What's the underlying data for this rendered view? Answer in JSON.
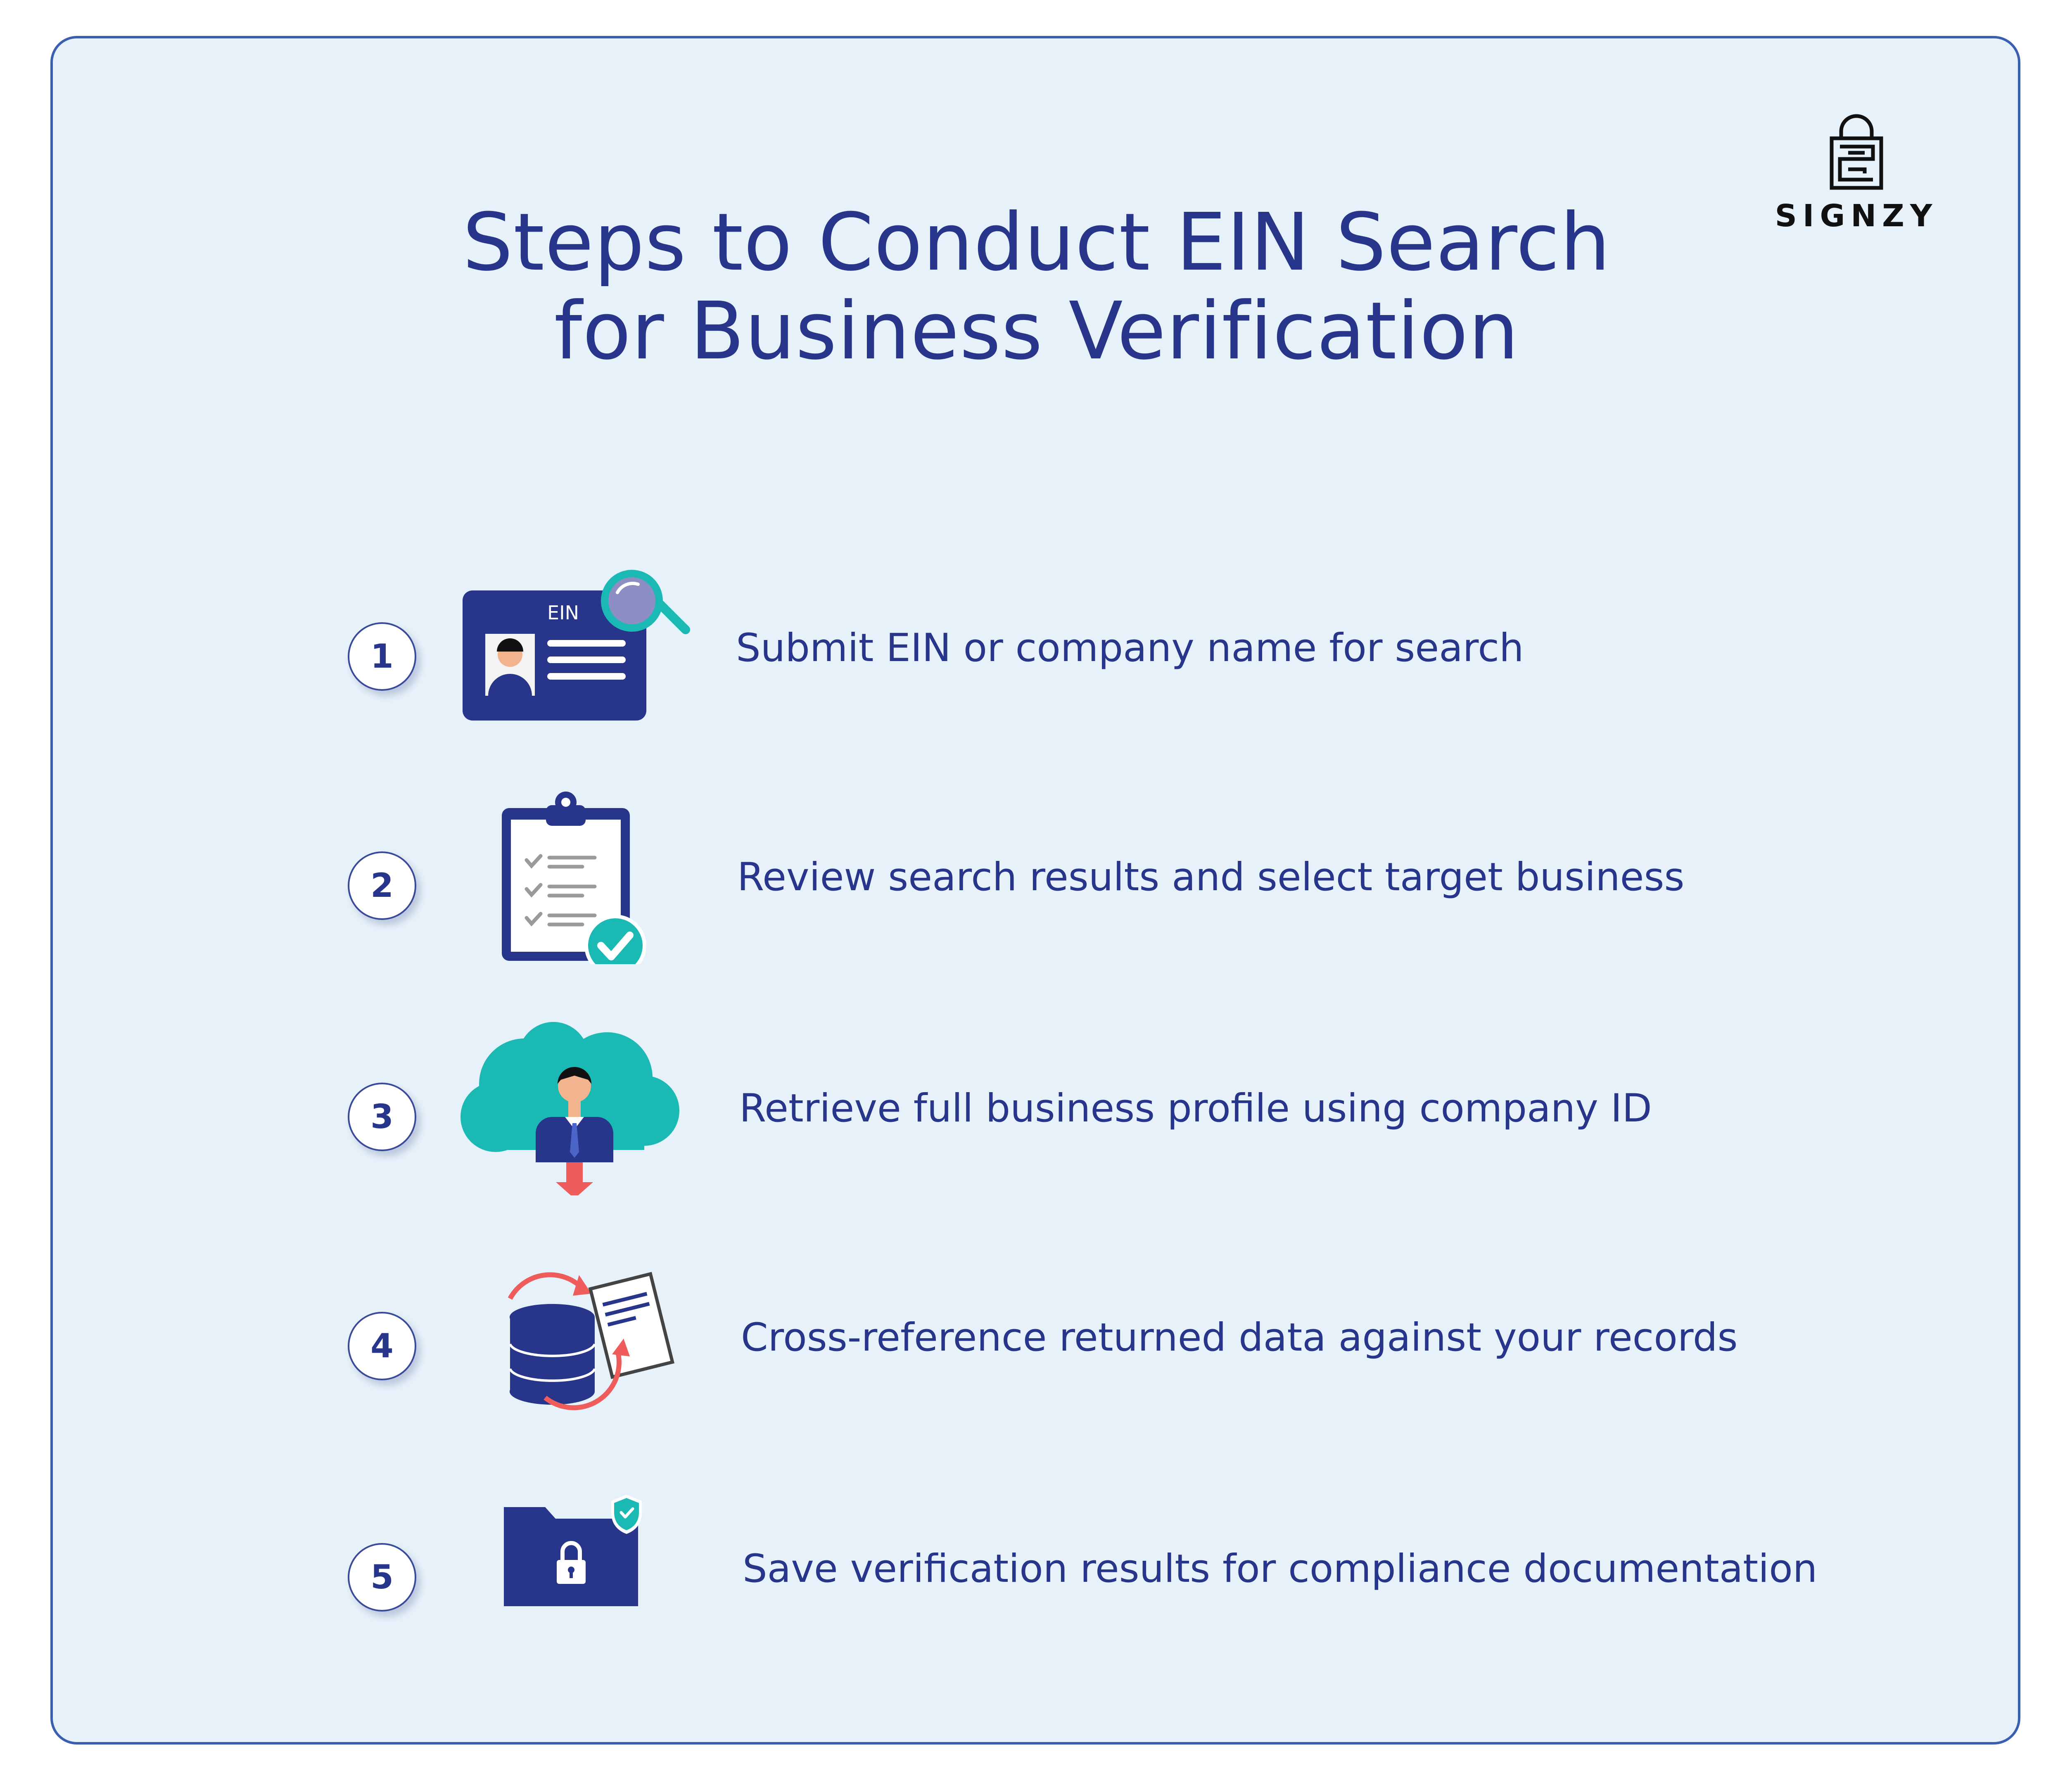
{
  "title": {
    "line1": "Steps to Conduct EIN Search",
    "line2": "for Business Verification"
  },
  "brand": {
    "name": "SIGNZY"
  },
  "steps": [
    {
      "number": "1",
      "text": "Submit EIN or company name for search",
      "icon": "ein-id-card-search-icon",
      "card_label": "EIN"
    },
    {
      "number": "2",
      "text": "Review search results and select target business",
      "icon": "clipboard-check-icon"
    },
    {
      "number": "3",
      "text": "Retrieve full business profile using company ID",
      "icon": "cloud-profile-download-icon"
    },
    {
      "number": "4",
      "text": "Cross-reference returned data against your records",
      "icon": "database-sync-document-icon"
    },
    {
      "number": "5",
      "text": "Save verification results for compliance documentation",
      "icon": "secure-folder-icon"
    }
  ],
  "colors": {
    "navy": "#27358a",
    "teal": "#1bb9b4",
    "coral": "#ee5c5c",
    "panel_bg": "#e7f1f9",
    "border": "#3a5fb0"
  }
}
